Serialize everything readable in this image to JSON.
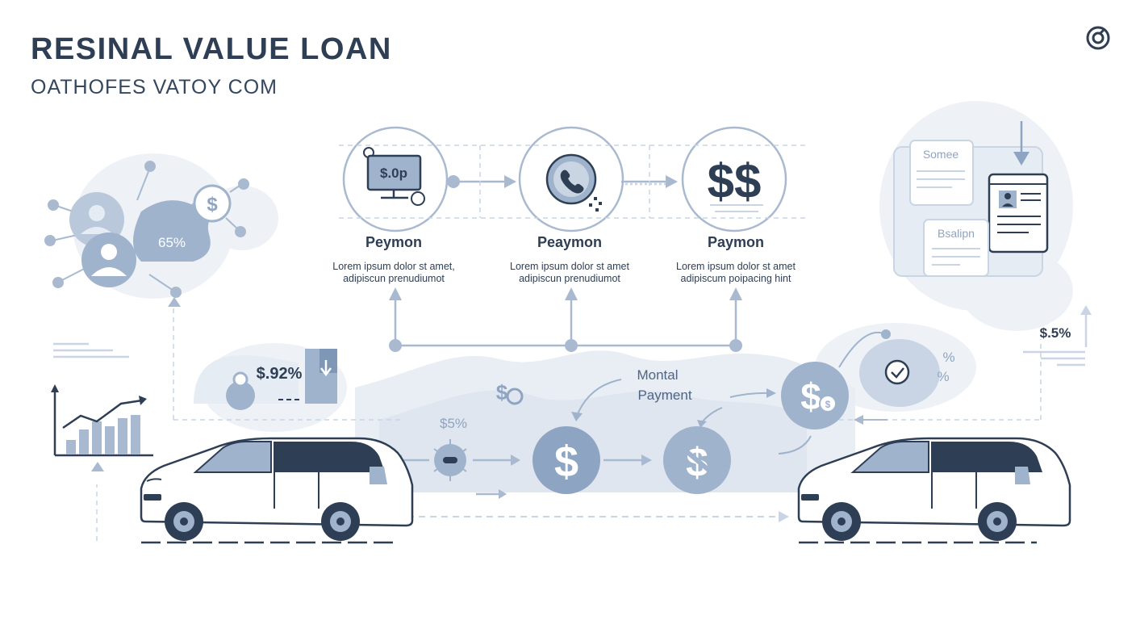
{
  "header": {
    "title": "RESINAL VALUE LOAN",
    "subtitle": "OATHOFES VATOY COM"
  },
  "steps": [
    {
      "screen_text": "$.0p",
      "title": "Peymon",
      "desc_line1": "Lorem ipsum dolor st amet,",
      "desc_line2": "adipiscun prenudiumot"
    },
    {
      "title": "Peaymon",
      "desc_line1": "Lorem ipsum dolor st amet",
      "desc_line2": "adipiscun prenudiumot"
    },
    {
      "icon_text": "$$",
      "title": "Paymon",
      "desc_line1": "Lorem ipsum dolor st amet",
      "desc_line2": "adipiscum poipacing hint"
    }
  ],
  "left_cluster": {
    "percent_label": "65%"
  },
  "left_panel": {
    "value_label": "$.92%"
  },
  "center": {
    "monthly_label_line1": "Montal",
    "monthly_label_line2": "Payment",
    "rate_label": "$5%",
    "dollar_symbol": "$"
  },
  "document": {
    "card1_title": "Somee",
    "card2_title": "Bsalipn"
  },
  "right_panel": {
    "rate_label": "$.5%",
    "percent_top": "%",
    "percent_bottom": "%"
  },
  "colors": {
    "navy": "#2d3e55",
    "accent_blue": "#8ea4c3",
    "light_blue": "#c9d5e5",
    "pale_blue": "#e6ecf4"
  }
}
